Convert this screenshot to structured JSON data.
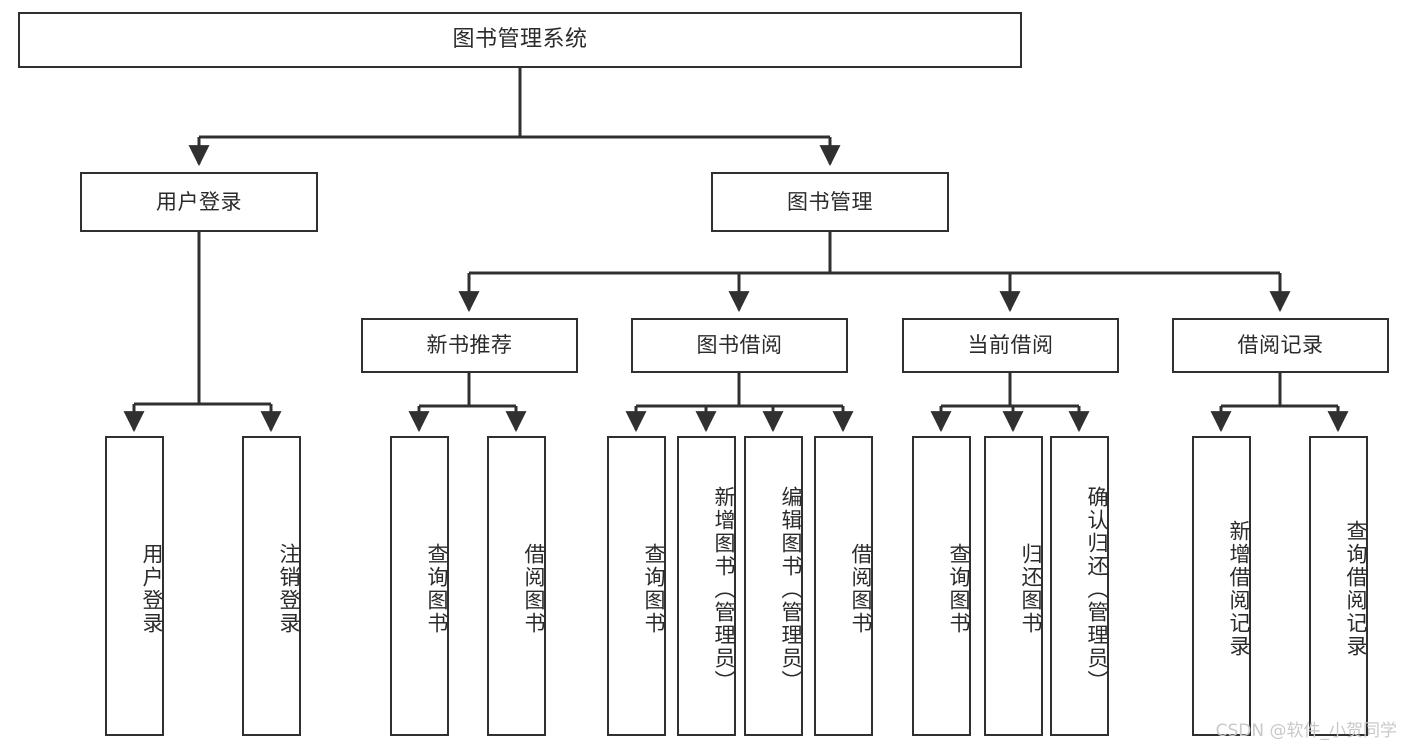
{
  "diagram": {
    "type": "tree",
    "title": "图书管理系统",
    "watermark": "CSDN @软件_小贺同学",
    "colors": {
      "box_border": "#303030",
      "box_fill": "#ffffff",
      "edge": "#303030",
      "text": "#2b2b2b",
      "watermark": "#c9c9c9"
    },
    "nodes": {
      "root": {
        "label": "图书管理系统",
        "level": 1,
        "orientation": "horizontal"
      },
      "user_login": {
        "label": "用户登录",
        "level": 2,
        "orientation": "horizontal"
      },
      "book_manage": {
        "label": "图书管理",
        "level": 2,
        "orientation": "horizontal"
      },
      "new_book_rec": {
        "label": "新书推荐",
        "level": 3,
        "orientation": "horizontal"
      },
      "book_borrow": {
        "label": "图书借阅",
        "level": 3,
        "orientation": "horizontal"
      },
      "current_borrow": {
        "label": "当前借阅",
        "level": 3,
        "orientation": "horizontal"
      },
      "borrow_record": {
        "label": "借阅记录",
        "level": 3,
        "orientation": "horizontal"
      },
      "leaf_user_login": {
        "label": "用户登录",
        "level": 4,
        "orientation": "vertical"
      },
      "leaf_logout": {
        "label": "注销登录",
        "level": 4,
        "orientation": "vertical"
      },
      "leaf_query_book_1": {
        "label": "查询图书",
        "level": 4,
        "orientation": "vertical"
      },
      "leaf_borrow_book_1": {
        "label": "借阅图书",
        "level": 4,
        "orientation": "vertical"
      },
      "leaf_query_book_2": {
        "label": "查询图书",
        "level": 4,
        "orientation": "vertical"
      },
      "leaf_add_book": {
        "label": "新增图书（管理员）",
        "level": 4,
        "orientation": "vertical"
      },
      "leaf_edit_book": {
        "label": "编辑图书（管理员）",
        "level": 4,
        "orientation": "vertical"
      },
      "leaf_borrow_book_2": {
        "label": "借阅图书",
        "level": 4,
        "orientation": "vertical"
      },
      "leaf_query_book_3": {
        "label": "查询图书",
        "level": 4,
        "orientation": "vertical"
      },
      "leaf_return_book": {
        "label": "归还图书",
        "level": 4,
        "orientation": "vertical"
      },
      "leaf_confirm_return": {
        "label": "确认归还（管理员）",
        "level": 4,
        "orientation": "vertical"
      },
      "leaf_add_record": {
        "label": "新增借阅记录",
        "level": 4,
        "orientation": "vertical"
      },
      "leaf_query_record": {
        "label": "查询借阅记录",
        "level": 4,
        "orientation": "vertical"
      }
    },
    "edges": [
      {
        "from": "root",
        "to": "user_login"
      },
      {
        "from": "root",
        "to": "book_manage"
      },
      {
        "from": "book_manage",
        "to": "new_book_rec"
      },
      {
        "from": "book_manage",
        "to": "book_borrow"
      },
      {
        "from": "book_manage",
        "to": "current_borrow"
      },
      {
        "from": "book_manage",
        "to": "borrow_record"
      },
      {
        "from": "user_login",
        "to": "leaf_user_login"
      },
      {
        "from": "user_login",
        "to": "leaf_logout"
      },
      {
        "from": "new_book_rec",
        "to": "leaf_query_book_1"
      },
      {
        "from": "new_book_rec",
        "to": "leaf_borrow_book_1"
      },
      {
        "from": "book_borrow",
        "to": "leaf_query_book_2"
      },
      {
        "from": "book_borrow",
        "to": "leaf_add_book"
      },
      {
        "from": "book_borrow",
        "to": "leaf_edit_book"
      },
      {
        "from": "book_borrow",
        "to": "leaf_borrow_book_2"
      },
      {
        "from": "current_borrow",
        "to": "leaf_query_book_3"
      },
      {
        "from": "current_borrow",
        "to": "leaf_return_book"
      },
      {
        "from": "current_borrow",
        "to": "leaf_confirm_return"
      },
      {
        "from": "borrow_record",
        "to": "leaf_add_record"
      },
      {
        "from": "borrow_record",
        "to": "leaf_query_record"
      }
    ]
  }
}
